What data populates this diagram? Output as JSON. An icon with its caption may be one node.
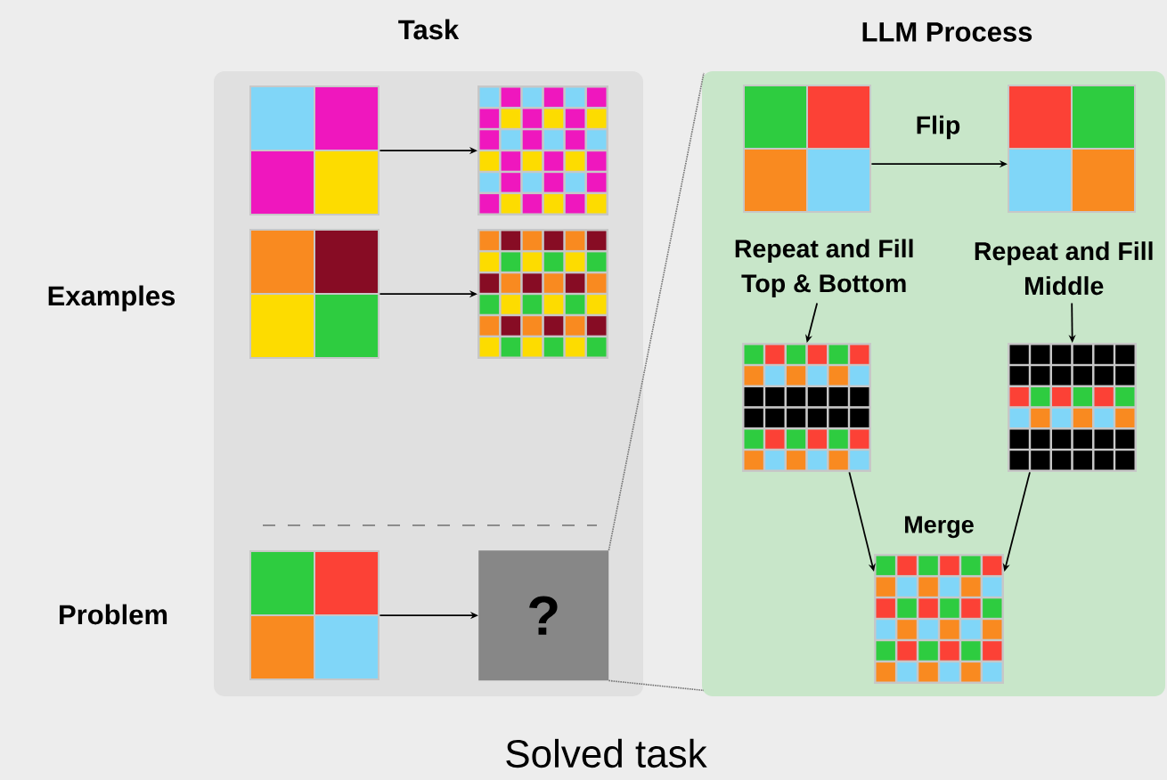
{
  "diagram": {
    "caption": "Solved task",
    "nodes": [
      {
        "text": [
          "Task"
        ]
      },
      {
        "text": [
          "LLM Process"
        ]
      },
      {
        "text": [],
        "shape": "picture",
        "in": 0
      },
      {
        "text": [],
        "shape": "picture",
        "in": 0
      },
      {
        "text": [],
        "shape": "picture",
        "in": 0
      },
      {
        "text": [],
        "shape": "picture",
        "in": 0
      },
      {
        "text": [],
        "shape": "picture",
        "in": 0
      },
      {
        "text": [
          "?"
        ],
        "in": 0
      },
      {
        "text": [],
        "shape": "picture",
        "in": 1
      },
      {
        "text": [],
        "shape": "picture",
        "in": 1
      },
      {
        "text": [],
        "shape": "picture",
        "in": 1
      },
      {
        "text": [],
        "shape": "picture",
        "in": 1
      },
      {
        "text": [],
        "shape": "picture",
        "in": 1,
        "beside": [
          "Merge"
        ]
      },
      {
        "text": [
          "Repeat and Fill Top & Bottom"
        ],
        "in": 1
      },
      {
        "text": [
          "Repeat and Fill Middle"
        ],
        "in": 1
      }
    ],
    "edges": [
      {
        "from": 2,
        "to": 3,
        "arrow": "to"
      },
      {
        "from": 4,
        "to": 5,
        "arrow": "to"
      },
      {
        "from": 6,
        "to": 7,
        "arrow": "to"
      },
      {
        "from": 8,
        "to": 9,
        "arrow": "to",
        "label": "Flip"
      },
      {
        "from": 13,
        "to": 10,
        "arrow": "to"
      },
      {
        "from": 14,
        "to": 11,
        "arrow": "to"
      },
      {
        "from": 10,
        "to": 12,
        "arrow": "to"
      },
      {
        "from": 11,
        "to": 12,
        "arrow": "to"
      },
      {
        "from": 7,
        "to": 1,
        "arrow": "none",
        "style": "dashed",
        "color": "#737373"
      },
      {
        "from": 7,
        "to": 1,
        "arrow": "none",
        "style": "dashed",
        "color": "#737373"
      }
    ],
    "labels": [
      "Examples",
      "Problem"
    ]
  }
}
